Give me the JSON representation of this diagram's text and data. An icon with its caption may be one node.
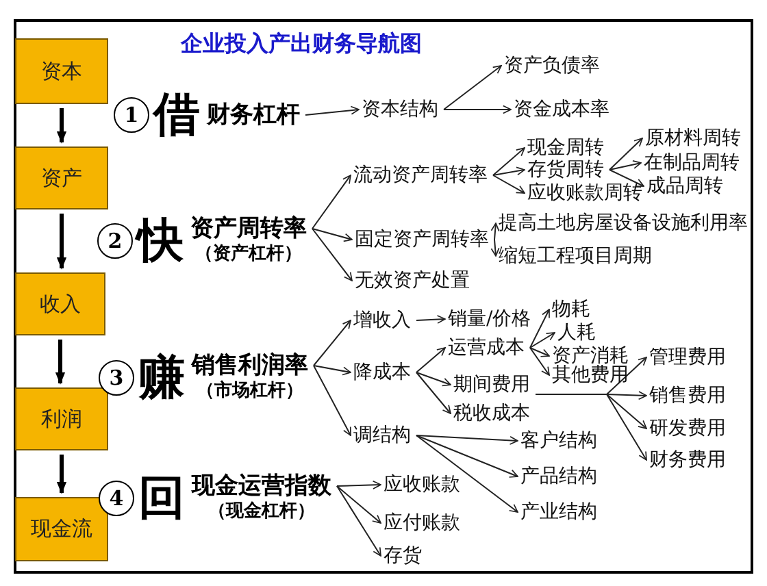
{
  "diagram": {
    "title": "企业投入产出财务导航图",
    "nodes": [
      {
        "text": [
          "资本"
        ]
      },
      {
        "text": [
          "资产"
        ]
      },
      {
        "text": [
          "收入"
        ]
      },
      {
        "text": [
          "利润"
        ]
      },
      {
        "text": [
          "现金流"
        ]
      },
      {
        "text": [
          "1",
          "借",
          "财务杠杆"
        ]
      },
      {
        "text": [
          "资本结构"
        ]
      },
      {
        "text": [
          "资产负债率"
        ]
      },
      {
        "text": [
          "资金成本率"
        ]
      },
      {
        "text": [
          "2",
          "快",
          "资产周转率",
          "（资产杠杆）"
        ]
      },
      {
        "text": [
          "流动资产周转率"
        ]
      },
      {
        "text": [
          "现金周转"
        ]
      },
      {
        "text": [
          "存货周转"
        ]
      },
      {
        "text": [
          "应收账款周转"
        ]
      },
      {
        "text": [
          "原材料周转"
        ]
      },
      {
        "text": [
          "在制品周转"
        ]
      },
      {
        "text": [
          "成品周转"
        ]
      },
      {
        "text": [
          "固定资产周转率"
        ]
      },
      {
        "text": [
          "提高土地房屋设备设施利用率"
        ]
      },
      {
        "text": [
          "缩短工程项目周期"
        ]
      },
      {
        "text": [
          "无效资产处置"
        ]
      },
      {
        "text": [
          "3",
          "赚",
          "销售利润率",
          "（市场杠杆）"
        ]
      },
      {
        "text": [
          "增收入"
        ]
      },
      {
        "text": [
          "销量/价格"
        ]
      },
      {
        "text": [
          "降成本"
        ]
      },
      {
        "text": [
          "运营成本"
        ]
      },
      {
        "text": [
          "物耗"
        ]
      },
      {
        "text": [
          "人耗"
        ]
      },
      {
        "text": [
          "资产消耗"
        ]
      },
      {
        "text": [
          "其他费用"
        ]
      },
      {
        "text": [
          "期间费用"
        ]
      },
      {
        "text": [
          "管理费用"
        ]
      },
      {
        "text": [
          "销售费用"
        ]
      },
      {
        "text": [
          "研发费用"
        ]
      },
      {
        "text": [
          "财务费用"
        ]
      },
      {
        "text": [
          "税收成本"
        ]
      },
      {
        "text": [
          "调结构"
        ]
      },
      {
        "text": [
          "客户结构"
        ]
      },
      {
        "text": [
          "产品结构"
        ]
      },
      {
        "text": [
          "产业结构"
        ]
      },
      {
        "text": [
          "4",
          "回",
          "现金运营指数",
          "（现金杠杆）"
        ]
      },
      {
        "text": [
          "应收账款"
        ]
      },
      {
        "text": [
          "应付账款"
        ]
      },
      {
        "text": [
          "存货"
        ]
      }
    ],
    "edges": [
      {
        "from": 0,
        "to": 1,
        "arrow": "to",
        "style": "thick"
      },
      {
        "from": 1,
        "to": 2,
        "arrow": "to",
        "style": "thick"
      },
      {
        "from": 2,
        "to": 3,
        "arrow": "to",
        "style": "thick"
      },
      {
        "from": 3,
        "to": 4,
        "arrow": "to",
        "style": "thick"
      },
      {
        "from": 5,
        "to": 6,
        "arrow": "to"
      },
      {
        "from": 6,
        "to": 7,
        "arrow": "to"
      },
      {
        "from": 6,
        "to": 8,
        "arrow": "to"
      },
      {
        "from": 9,
        "to": 10,
        "arrow": "to"
      },
      {
        "from": 9,
        "to": 17,
        "arrow": "to"
      },
      {
        "from": 9,
        "to": 20,
        "arrow": "to"
      },
      {
        "from": 10,
        "to": 11,
        "arrow": "to"
      },
      {
        "from": 10,
        "to": 12,
        "arrow": "to"
      },
      {
        "from": 10,
        "to": 13,
        "arrow": "to"
      },
      {
        "from": 12,
        "to": 14,
        "arrow": "to"
      },
      {
        "from": 12,
        "to": 15,
        "arrow": "to"
      },
      {
        "from": 12,
        "to": 16,
        "arrow": "to"
      },
      {
        "from": 17,
        "to": 18,
        "arrow": "to"
      },
      {
        "from": 17,
        "to": 19,
        "arrow": "to"
      },
      {
        "from": 21,
        "to": 22,
        "arrow": "to"
      },
      {
        "from": 21,
        "to": 24,
        "arrow": "to"
      },
      {
        "from": 21,
        "to": 36,
        "arrow": "to"
      },
      {
        "from": 22,
        "to": 23,
        "arrow": "to"
      },
      {
        "from": 24,
        "to": 25,
        "arrow": "to"
      },
      {
        "from": 24,
        "to": 30,
        "arrow": "to"
      },
      {
        "from": 24,
        "to": 35,
        "arrow": "to"
      },
      {
        "from": 25,
        "to": 26,
        "arrow": "to"
      },
      {
        "from": 25,
        "to": 27,
        "arrow": "to"
      },
      {
        "from": 25,
        "to": 28,
        "arrow": "to"
      },
      {
        "from": 25,
        "to": 29,
        "arrow": "to"
      },
      {
        "from": 30,
        "to": 31,
        "arrow": "to"
      },
      {
        "from": 30,
        "to": 32,
        "arrow": "to"
      },
      {
        "from": 30,
        "to": 33,
        "arrow": "to"
      },
      {
        "from": 30,
        "to": 34,
        "arrow": "to"
      },
      {
        "from": 36,
        "to": 37,
        "arrow": "to"
      },
      {
        "from": 36,
        "to": 38,
        "arrow": "to"
      },
      {
        "from": 36,
        "to": 39,
        "arrow": "to"
      },
      {
        "from": 40,
        "to": 41,
        "arrow": "to"
      },
      {
        "from": 40,
        "to": 42,
        "arrow": "to"
      },
      {
        "from": 40,
        "to": 43,
        "arrow": "to"
      }
    ]
  }
}
